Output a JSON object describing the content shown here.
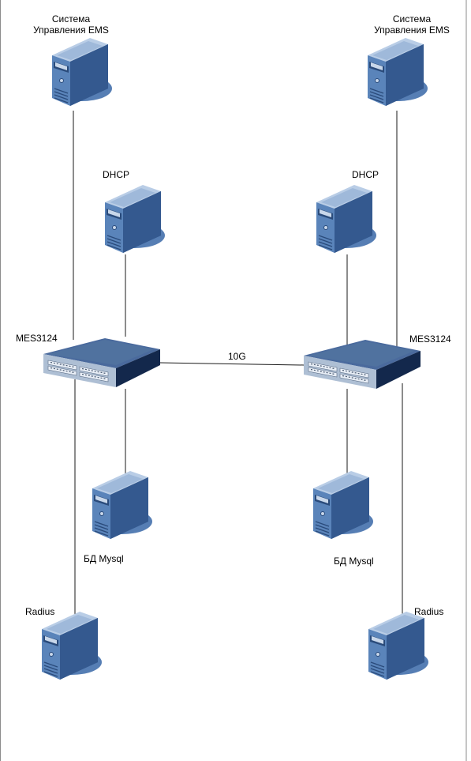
{
  "left": {
    "ems_label_line1": "Система",
    "ems_label_line2": "Управления EMS",
    "dhcp_label": "DHCP",
    "switch_label": "MES3124",
    "db_label": "БД Mysql",
    "radius_label": "Radius"
  },
  "right": {
    "ems_label_line1": "Система",
    "ems_label_line2": "Управления EMS",
    "dhcp_label": "DHCP",
    "switch_label": "MES3124",
    "db_label": "БД Mysql",
    "radius_label": "Radius"
  },
  "link_label": "10G",
  "colors": {
    "server_front": "#4f79ad",
    "server_side": "#2f5487",
    "server_top": "#b9cde6",
    "shadow": "#4d77b0",
    "switch_top": "#4a6a9d",
    "switch_front": "#aebfd4",
    "switch_side": "#13284c",
    "line": "#1a1a1a"
  }
}
